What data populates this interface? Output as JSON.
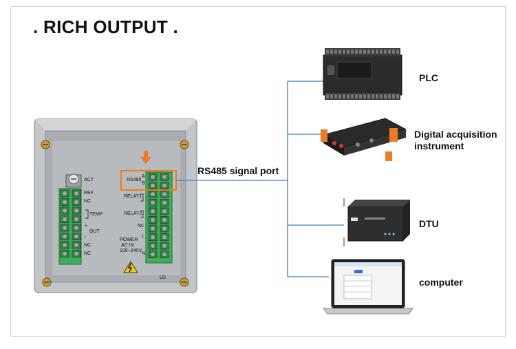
{
  "title": ". RICH OUTPUT .",
  "port_label": "RS485 signal port",
  "panel": {
    "act": "ACT",
    "rs485": "RS485",
    "a": "A",
    "b": "B",
    "ref": "REF",
    "nc1": "NC",
    "temp": "TEMP",
    "plus": "+",
    "out": "OUT",
    "minus": "-",
    "nc2": "NC",
    "nc3": "NC",
    "relay1": "RELAY1",
    "relay2": "RELAY2",
    "nc4": "NC",
    "power": "POWER",
    "acin": "AC IN",
    "volt": "100~240V",
    "l": "L",
    "n": "N",
    "ld": "LD"
  },
  "devices": [
    {
      "label": "PLC"
    },
    {
      "label": "Digital acquisition instrument"
    },
    {
      "label": "DTU"
    },
    {
      "label": "computer"
    }
  ],
  "colors": {
    "line": "#3b7fc4",
    "arrow": "#f07a22",
    "terminal": "#3fae5a",
    "housing": "#b9bcbf"
  }
}
